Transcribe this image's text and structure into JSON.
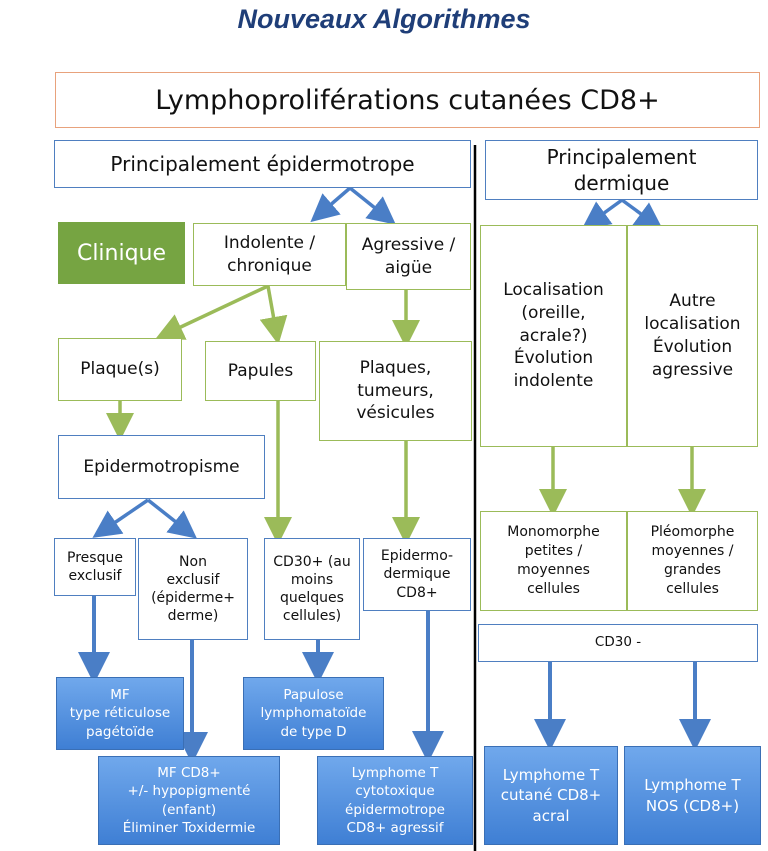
{
  "title": "Nouveaux Algorithmes",
  "main_box": "Lymphoproliférations cutanées CD8+",
  "left_header": "Principalement épidermotrope",
  "right_header": "Principalement\ndermique",
  "clinique": "Clinique",
  "indolente": "Indolente /\nchronique",
  "agressive": "Agressive /\naigüe",
  "plaques": "Plaque(s)",
  "papules": "Papules",
  "plaques_tumeurs": "Plaques,\ntumeurs,\nvésicules",
  "epidermotropisme": "Epidermotropisme",
  "presque_exclusif": "Presque\nexclusif",
  "non_exclusif": "Non\nexclusif\n(épiderme+\nderme)",
  "cd30_plus": "CD30+ (au\nmoins\nquelques\ncellules)",
  "epidermo_dermique": "Epidermo-\ndermique\nCD8+",
  "localisation": "Localisation\n(oreille,\nacrale?)\nÉvolution\nindolente",
  "autre_localisation": "Autre\nlocalisation\nÉvolution\nagressive",
  "monomorphe": "Monomorphe\npetites  /\nmoyennes\ncellules",
  "pleomorphe": "Pléomorphe\nmoyennes /\ngrandes\ncellules",
  "cd30_minus": "CD30 -",
  "mf_reticulose": "MF\ntype réticulose\npagétoïde",
  "papulose": "Papulose\nlymphomatoïde\nde type D",
  "mf_cd8": "MF CD8+\n+/- hypopigmenté\n(enfant)\nÉliminer Toxidermie",
  "lymphome_cytotoxique": "Lymphome T\ncytotoxique\népidermotrope\nCD8+ agressif",
  "lymphome_acral": "Lymphome T\ncutané CD8+\nacral",
  "lymphome_nos": "Lymphome T\nNOS (CD8+)",
  "colors": {
    "title": "#1f3e78",
    "blue_arrow": "#4a7ec6",
    "green_arrow": "#9bbb59",
    "clinique_bg": "#76a442",
    "main_border": "#e8a27c"
  }
}
